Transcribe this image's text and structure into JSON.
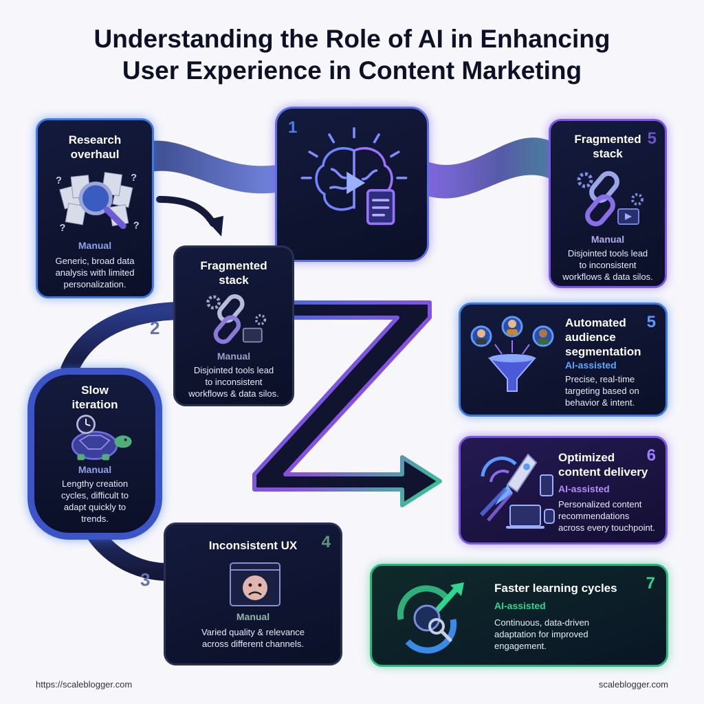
{
  "title": {
    "line1": "Understanding the Role of AI in Enhancing",
    "line2": "User Experience in Content Marketing"
  },
  "hub": {
    "number": "1",
    "icon": "brain-play-document-icon"
  },
  "cards": {
    "research": {
      "title_l1": "Research",
      "title_l2": "overhaul",
      "mode": "Manual",
      "desc": [
        "Generic, broad data",
        "analysis with limited",
        "personalization."
      ],
      "icon": "magnifier-documents-icon"
    },
    "frag_left": {
      "title_l1": "Fragmented",
      "title_l2": "stack",
      "mode": "Manual",
      "desc": [
        "Disjointed tools lead",
        "to inconsistent",
        "workflows & data silos."
      ],
      "icon": "broken-link-gears-icon",
      "number": "2"
    },
    "frag_right": {
      "title_l1": "Fragmented",
      "title_l2": "stack",
      "mode": "Manual",
      "desc": [
        "Disjointed tools lead",
        "to inconsistent",
        "workflows & data silos."
      ],
      "icon": "broken-link-gears-icon",
      "number": "5"
    },
    "slow": {
      "title_l1": "Slow",
      "title_l2": "iteration",
      "mode": "Manual",
      "desc": [
        "Lengthy creation",
        "cycles, difficult to",
        "adapt quickly to",
        "trends."
      ],
      "icon": "turtle-clock-icon",
      "number": "3"
    },
    "ux": {
      "title": "Inconsistent UX",
      "mode": "Manual",
      "desc": [
        "Varied quality & relevance",
        "across different channels."
      ],
      "icon": "frowning-face-screen-icon",
      "number": "4"
    },
    "segment": {
      "title_l1": "Automated",
      "title_l2": "audience",
      "title_l3": "segmentation",
      "mode": "AI-assisted",
      "desc": [
        "Precise, real-time",
        "targeting based on",
        "behavior & intent."
      ],
      "icon": "funnel-people-icon",
      "number": "5"
    },
    "delivery": {
      "title_l1": "Optimized",
      "title_l2": "content delivery",
      "mode": "AI-assisted",
      "desc": [
        "Personalized content",
        "recommendations",
        "across every touchpoint."
      ],
      "icon": "rocket-devices-icon",
      "number": "6"
    },
    "learning": {
      "title": "Faster learning cycles",
      "mode": "AI-assisted",
      "desc": [
        "Continuous, data-driven",
        "adaptation for improved",
        "engagement."
      ],
      "icon": "brain-cycle-arrow-icon",
      "number": "7"
    }
  },
  "footer": {
    "left": "https://scaleblogger.com",
    "right": "scaleblogger.com"
  },
  "colors": {
    "blue": "#3d7ae8",
    "purple": "#7b55e6",
    "green": "#23b97f",
    "navy": "#0b1028"
  }
}
